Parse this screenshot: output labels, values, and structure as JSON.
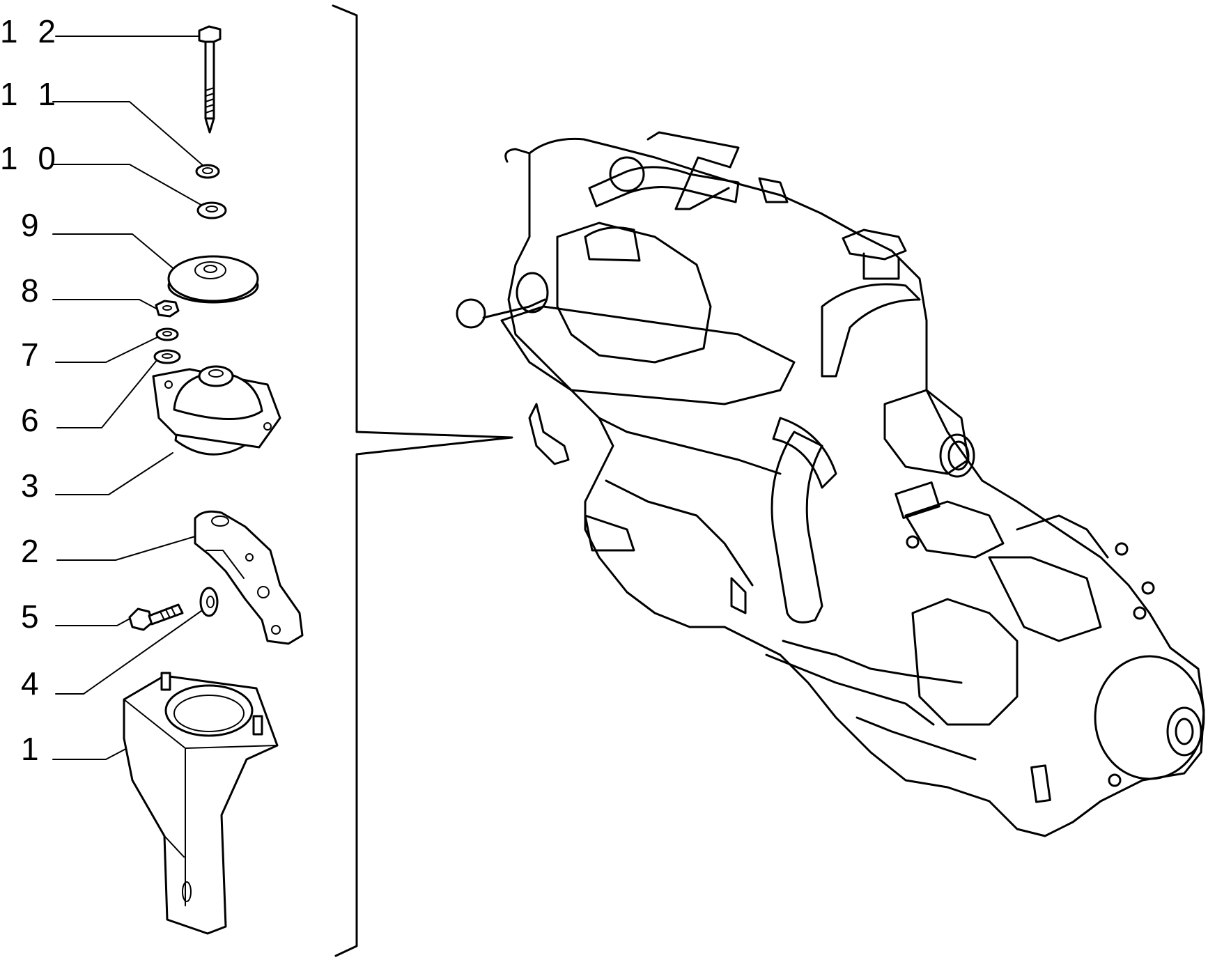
{
  "diagram": {
    "callouts": [
      {
        "id": "12",
        "label": "1 2"
      },
      {
        "id": "11",
        "label": "1 1"
      },
      {
        "id": "10",
        "label": "1 0"
      },
      {
        "id": "9",
        "label": "9"
      },
      {
        "id": "8",
        "label": "8"
      },
      {
        "id": "7",
        "label": "7"
      },
      {
        "id": "6",
        "label": "6"
      },
      {
        "id": "3",
        "label": "3"
      },
      {
        "id": "2",
        "label": "2"
      },
      {
        "id": "5",
        "label": "5"
      },
      {
        "id": "4",
        "label": "4"
      },
      {
        "id": "1",
        "label": "1"
      }
    ]
  }
}
